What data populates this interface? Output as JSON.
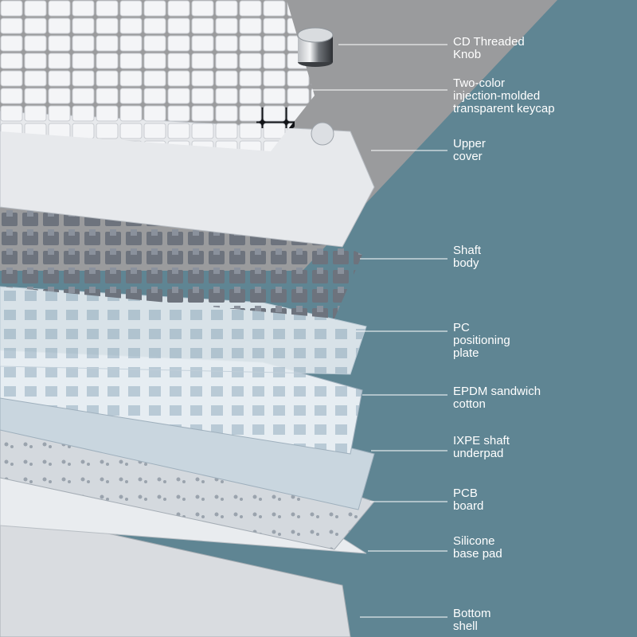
{
  "colors": {
    "upper_background": "#9a9b9d",
    "lower_background": "#5f8593",
    "leader_line": "#ffffff",
    "label_text": "#ffffff",
    "keycap": "#f2f3f5",
    "switch": "#6b7280",
    "plate": "#dde6ec"
  },
  "layers": [
    {
      "id": "knob",
      "lines": [
        "CD Threaded",
        "Knob"
      ]
    },
    {
      "id": "keycap",
      "lines": [
        "Two-color",
        "injection-molded",
        "transparent keycap"
      ]
    },
    {
      "id": "upper-cover",
      "lines": [
        "Upper",
        "cover"
      ]
    },
    {
      "id": "shaft-body",
      "lines": [
        "Shaft",
        "body"
      ]
    },
    {
      "id": "pc-plate",
      "lines": [
        "PC",
        "positioning",
        "plate"
      ]
    },
    {
      "id": "epdm",
      "lines": [
        "EPDM sandwich",
        "cotton"
      ]
    },
    {
      "id": "ixpe",
      "lines": [
        "IXPE shaft",
        "underpad"
      ]
    },
    {
      "id": "pcb",
      "lines": [
        "PCB",
        "board"
      ]
    },
    {
      "id": "silicone",
      "lines": [
        "Silicone",
        "base pad"
      ]
    },
    {
      "id": "bottom-shell",
      "lines": [
        "Bottom",
        "shell"
      ]
    }
  ]
}
